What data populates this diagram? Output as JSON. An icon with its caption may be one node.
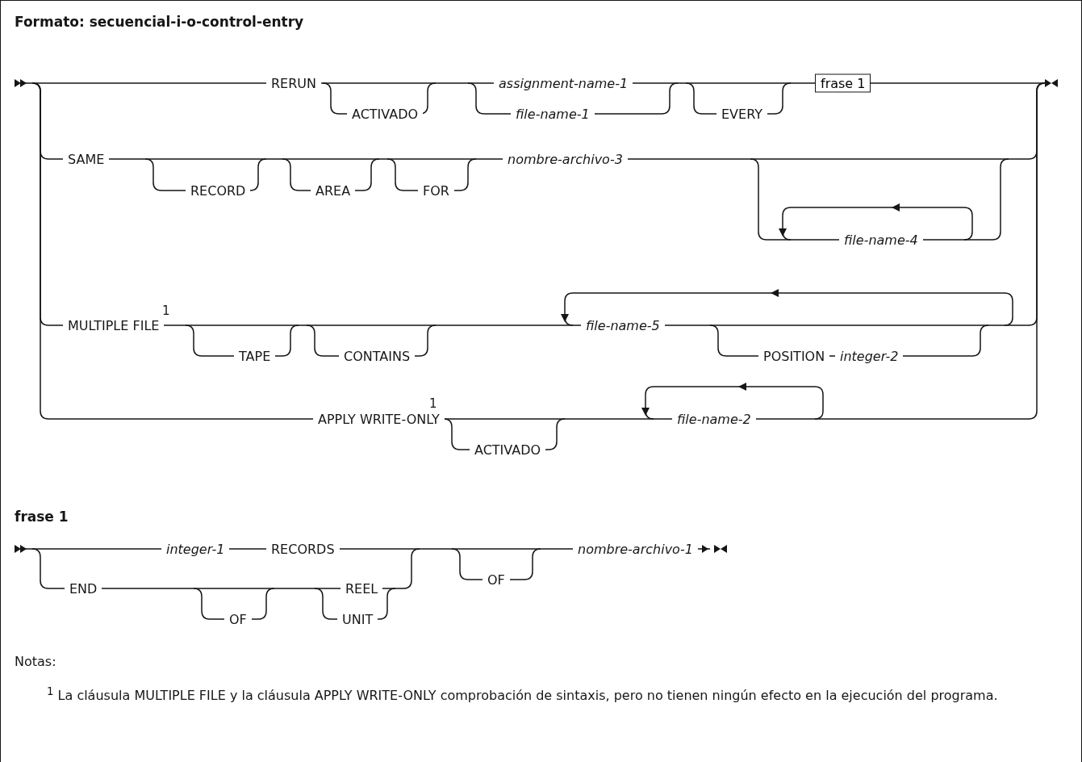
{
  "diagram": {
    "title": "Formato: secuencial-i-o-control-entry",
    "nodes": [
      {
        "text": [
          "frase 1"
        ]
      }
    ],
    "labels": [
      "RERUN",
      "ACTIVADO",
      "assignment-name-1",
      "file-name-1",
      "EVERY",
      "SAME",
      "RECORD",
      "AREA",
      "FOR",
      "nombre-archivo-3",
      "file-name-4",
      "MULTIPLE FILE",
      "1",
      "TAPE",
      "CONTAINS",
      "file-name-5",
      "POSITION",
      "integer-2",
      "APPLY WRITE-ONLY",
      "1",
      "ACTIVADO",
      "file-name-2",
      "frase 1",
      "integer-1",
      "RECORDS",
      "nombre-archivo-1",
      "END",
      "REEL",
      "OF",
      "OF",
      "UNIT",
      "Notas:",
      "$^{1}$ La cláusula MULTIPLE FILE y la cláusula APPLY WRITE-ONLY comprobación de sintaxis, pero no tienen ningún efecto en la ejecución del programa."
    ]
  }
}
